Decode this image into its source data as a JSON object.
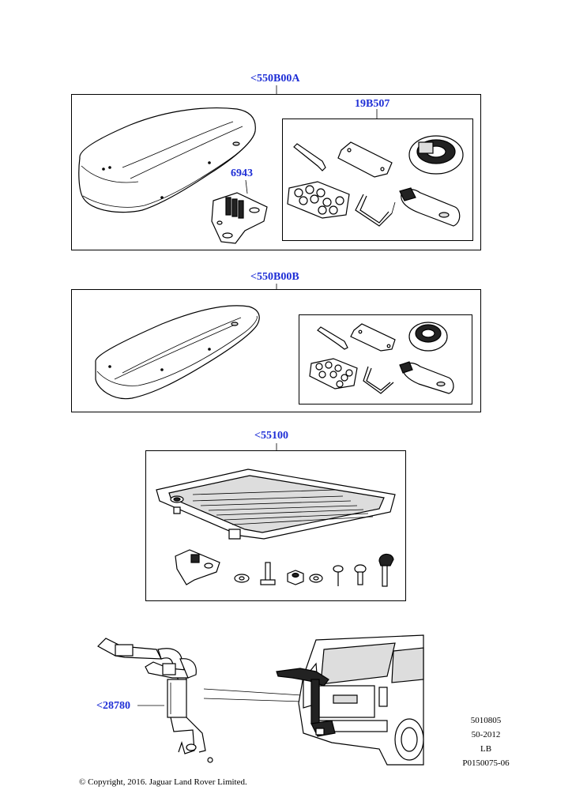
{
  "callouts": {
    "roof_box_a": "<550B00A",
    "fitting_kit_a": "19B507",
    "mounting_bracket": "6943",
    "roof_box_b": "<550B00B",
    "roof_rack": "<55100",
    "bike_carrier": "<28780"
  },
  "footer": {
    "copyright": "© Copyright, 2016. Jaguar Land Rover Limited."
  },
  "meta": {
    "code1": "5010805",
    "code2": "50-2012",
    "code3": "LB",
    "code4": "P0150075-06"
  }
}
